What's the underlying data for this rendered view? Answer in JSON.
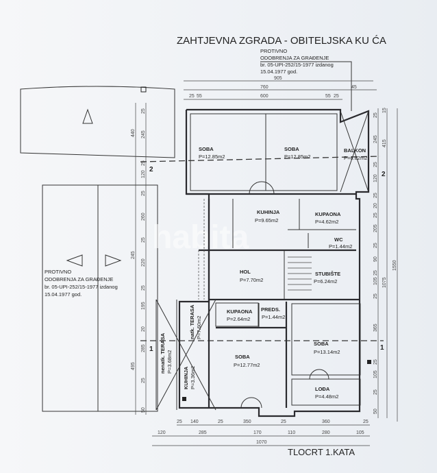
{
  "title": "ZAHTJEVNA ZGRADA - OBITELJSKA KU ĆA",
  "subtitle": "TLOCRT 1.KATA",
  "watermark": "habita",
  "permit_note_top": [
    "PROTIVNO",
    "ODOBRENJA ZA GRAĐENJE",
    "br. 05-UPI-252/15-1977 izdanog",
    "15.04.1977 god."
  ],
  "permit_note_left": [
    "PROTIVNO",
    "ODOBRENJA ZA GRAĐENJE",
    "br. 05-UPI-252/15-1977 izdanog",
    "15.04.1977 god."
  ],
  "rooms": [
    {
      "name": "SOBA",
      "area": "P=12.85m2"
    },
    {
      "name": "SOBA",
      "area": "P=12.85m2"
    },
    {
      "name": "BALKON",
      "area": "P=6.82m2"
    },
    {
      "name": "KUHINJA",
      "area": "P=9.65m2"
    },
    {
      "name": "KUPAONA",
      "area": "P=4.62m2"
    },
    {
      "name": "WC",
      "area": "P=1.44m2"
    },
    {
      "name": "HOL",
      "area": "P=7.70m2"
    },
    {
      "name": "STUBIŠTE",
      "area": "P=6.24m2"
    },
    {
      "name": "KUPAONA",
      "area": "P=2.64m2"
    },
    {
      "name": "PREDS.",
      "area": "P=1.44m2"
    },
    {
      "name": "SOBA",
      "area": "P=12.77m2"
    },
    {
      "name": "SOBA",
      "area": "P=13.14m2"
    },
    {
      "name": "LOĐA",
      "area": "P=4.48m2"
    },
    {
      "name": "nenatk. TERASA",
      "area": "P=3.68m2"
    },
    {
      "name": "natk. TERASA",
      "area": "P=7.60m2"
    },
    {
      "name": "KUHINJA",
      "area": "P=3.36m2"
    }
  ],
  "section_marks": [
    "2",
    "2",
    "1",
    "1"
  ],
  "dimensions": {
    "top": [
      "905",
      "760",
      "45",
      "25",
      "55",
      "600",
      "55",
      "25"
    ],
    "left_inner": [
      "25",
      "245",
      "25",
      "120",
      "25",
      "260",
      "25",
      "220",
      "25",
      "195",
      "20",
      "285",
      "25",
      "50"
    ],
    "left_outer": [
      "440",
      "245",
      "495"
    ],
    "right_inner": [
      "25",
      "245",
      "25",
      "120",
      "25",
      "20",
      "25",
      "205",
      "25",
      "90",
      "25",
      "105",
      "25",
      "365",
      "25",
      "105",
      "25",
      "50"
    ],
    "right_outer": [
      "15",
      "415",
      "1075"
    ],
    "right_total": "1550",
    "bottom_row1": [
      "25",
      "140",
      "25",
      "350",
      "25",
      "360",
      "25"
    ],
    "bottom_row2": [
      "120",
      "285",
      "170",
      "110",
      "280",
      "105"
    ],
    "bottom_total": "1070"
  }
}
